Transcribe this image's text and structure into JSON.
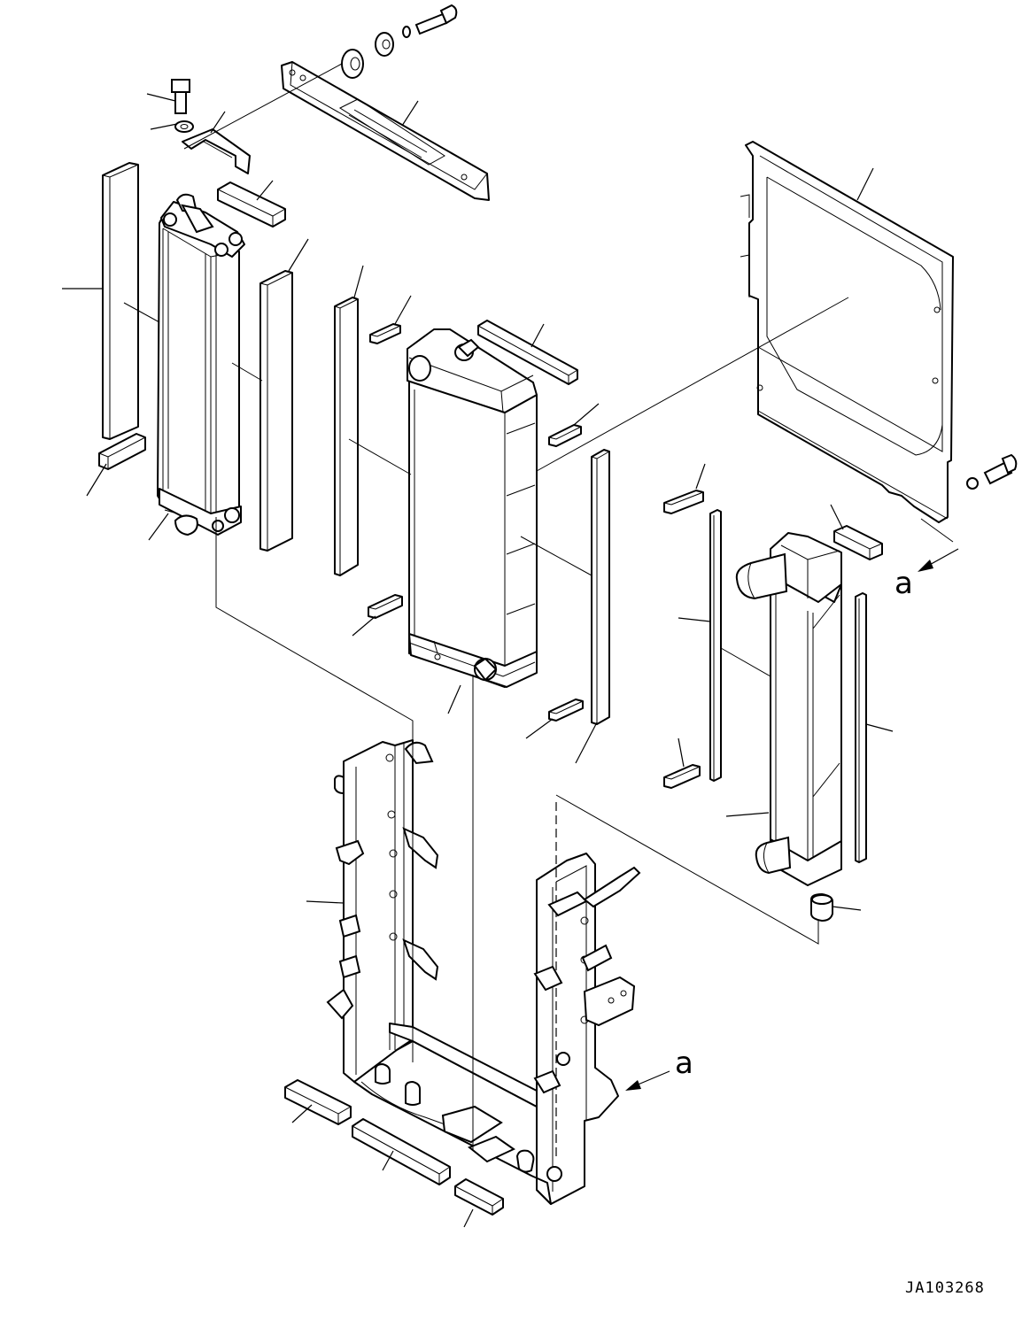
{
  "drawing": {
    "view_labels": [
      "a",
      "a"
    ],
    "drawing_number": "JA103268"
  }
}
